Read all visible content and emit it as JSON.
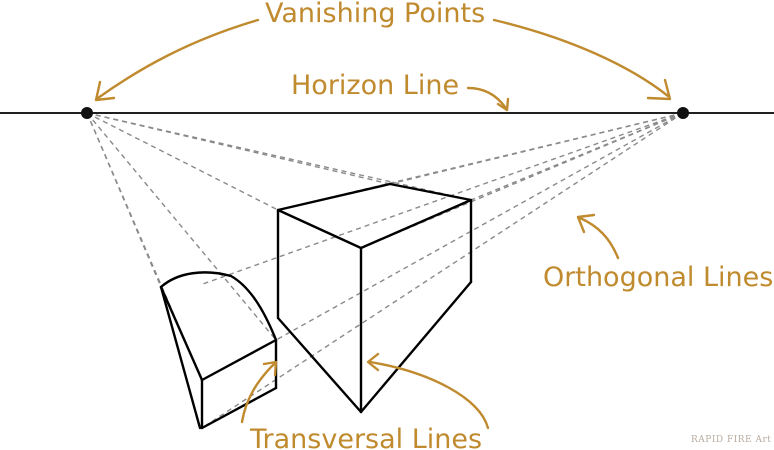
{
  "labels": {
    "vanishing_points": "Vanishing Points",
    "horizon_line": "Horizon Line",
    "orthogonal_lines": "Orthogonal Lines",
    "transversal_lines": "Transversal Lines"
  },
  "watermark": "RAPID FIRE Art",
  "colors": {
    "label": "#c08a2e",
    "line": "#000000",
    "guide": "#8a8a8a"
  }
}
